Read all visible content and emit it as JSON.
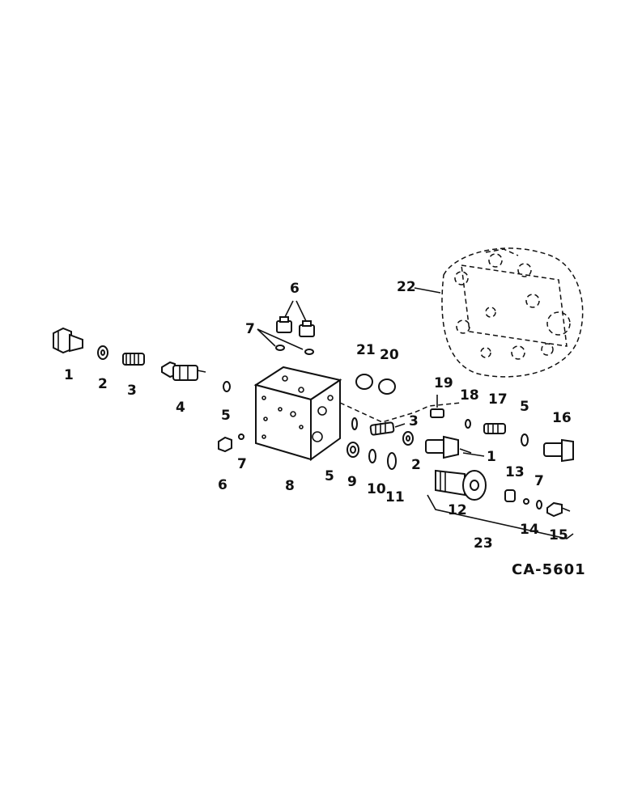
{
  "diagram": {
    "code": "CA-5601",
    "labels": {
      "l1a": "1",
      "l2a": "2",
      "l3a": "3",
      "l4": "4",
      "l5a": "5",
      "l6a": "6",
      "l6b": "6",
      "l7a": "7",
      "l7b": "7",
      "l8": "8",
      "l5b": "5",
      "l9": "9",
      "l10": "10",
      "l11": "11",
      "l21": "21",
      "l20": "20",
      "l19": "19",
      "l18": "18",
      "l17": "17",
      "l5c": "5",
      "l16": "16",
      "l3b": "3",
      "l2b": "2",
      "l1b": "1",
      "l12": "12",
      "l13": "13",
      "l14": "14",
      "l7c": "7",
      "l15": "15",
      "l23": "23",
      "l22": "22"
    }
  }
}
